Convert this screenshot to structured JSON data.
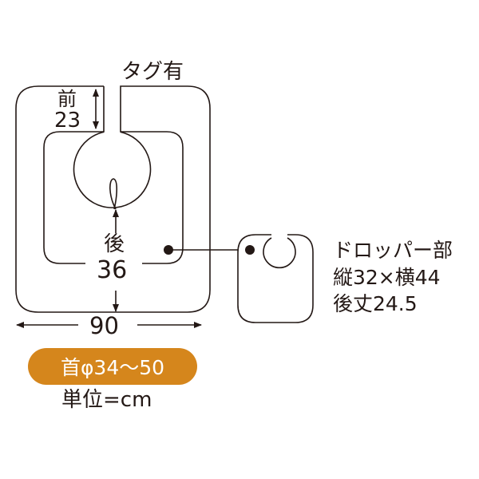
{
  "main_bib": {
    "tag_label": "タグ有",
    "front_label": "前",
    "front_value": "23",
    "back_label": "後",
    "back_value": "36",
    "width_value": "90"
  },
  "dropper": {
    "title": "ドロッパー部",
    "size": "縦32×横44",
    "back_length": "後丈24.5"
  },
  "neck_badge": {
    "text": "首φ34〜50",
    "color": "#d5861c"
  },
  "unit_label": "単位=cm",
  "colors": {
    "line": "#231815"
  }
}
